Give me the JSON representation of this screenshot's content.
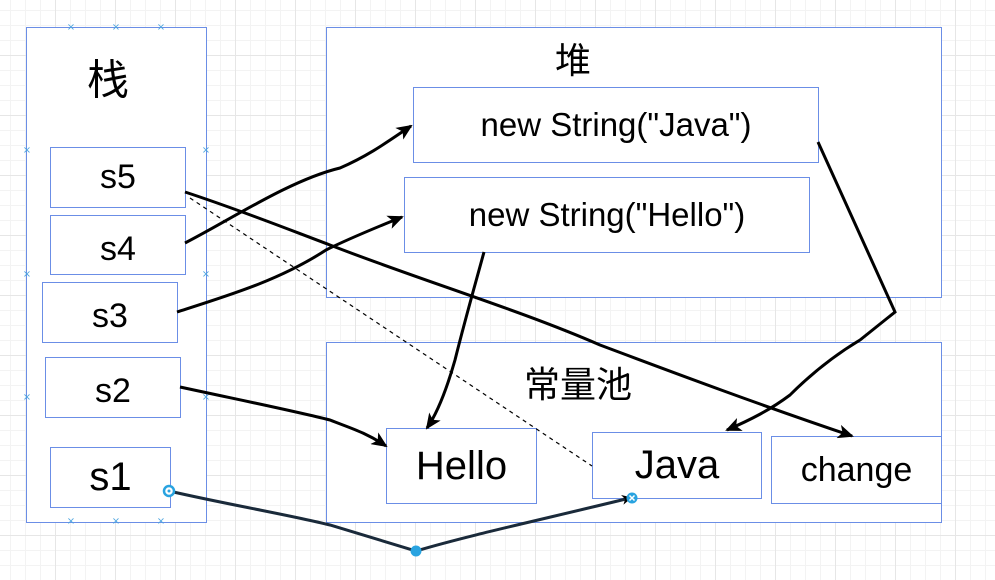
{
  "stack": {
    "label": "栈",
    "vars": [
      {
        "id": "s5",
        "label": "s5"
      },
      {
        "id": "s4",
        "label": "s4"
      },
      {
        "id": "s3",
        "label": "s3"
      },
      {
        "id": "s2",
        "label": "s2"
      },
      {
        "id": "s1",
        "label": "s1"
      }
    ]
  },
  "heap": {
    "label": "堆",
    "objects": [
      {
        "id": "heap-java",
        "label": "new  String(\"Java\")"
      },
      {
        "id": "heap-hello",
        "label": "new  String(\"Hello\")"
      }
    ]
  },
  "constant_pool": {
    "label": "常量池",
    "entries": [
      {
        "id": "pool-hello",
        "label": "Hello"
      },
      {
        "id": "pool-java",
        "label": "Java"
      },
      {
        "id": "pool-change",
        "label": "change"
      }
    ]
  },
  "references": [
    {
      "from": "s5",
      "to": "pool-change",
      "style": "solid"
    },
    {
      "from": "s5",
      "to": "pool-java",
      "style": "dashed"
    },
    {
      "from": "s4",
      "to": "heap-java",
      "style": "solid"
    },
    {
      "from": "s3",
      "to": "heap-hello",
      "style": "solid"
    },
    {
      "from": "s2",
      "to": "pool-hello",
      "style": "solid"
    },
    {
      "from": "s1",
      "to": "pool-java",
      "style": "solid",
      "selected": true
    },
    {
      "from": "heap-java",
      "to": "pool-java",
      "style": "solid"
    },
    {
      "from": "heap-hello",
      "to": "pool-hello",
      "style": "solid"
    }
  ],
  "colors": {
    "box_border": "#6b8ee6",
    "edge": "#000000",
    "selection_handle": "#29a3e0",
    "grid": "#e6e6e6"
  }
}
